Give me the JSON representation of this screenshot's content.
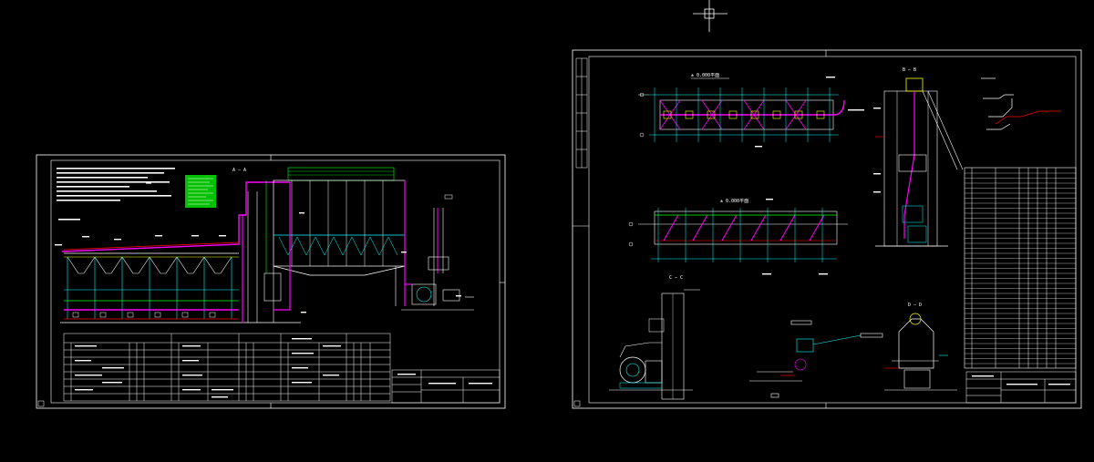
{
  "canvas": {
    "background": "#000000",
    "cursor": "crosshair"
  },
  "colors": {
    "frame": "#ffffff",
    "pipe": "#ff00ff",
    "structure": "#00ffff",
    "hatch": "#00ff00",
    "highlight": "#ffff00",
    "alert": "#ff0000",
    "legend_block": "#00c000"
  },
  "sheets": [
    {
      "name": "sheet-left",
      "views": [
        {
          "name": "section-a-a",
          "label": "A — A"
        },
        {
          "name": "dust-collector-elevation",
          "label": ""
        }
      ],
      "title_block": {
        "label": ""
      }
    },
    {
      "name": "sheet-right",
      "views": [
        {
          "name": "plan-upper",
          "label": "± 0.000平面"
        },
        {
          "name": "plan-middle",
          "label": "± 0.000平面"
        },
        {
          "name": "section-b-b",
          "label": "B — B"
        },
        {
          "name": "section-c-c",
          "label": "C — C"
        },
        {
          "name": "section-d-d",
          "label": "D — D"
        }
      ],
      "title_block": {
        "label": ""
      }
    }
  ]
}
